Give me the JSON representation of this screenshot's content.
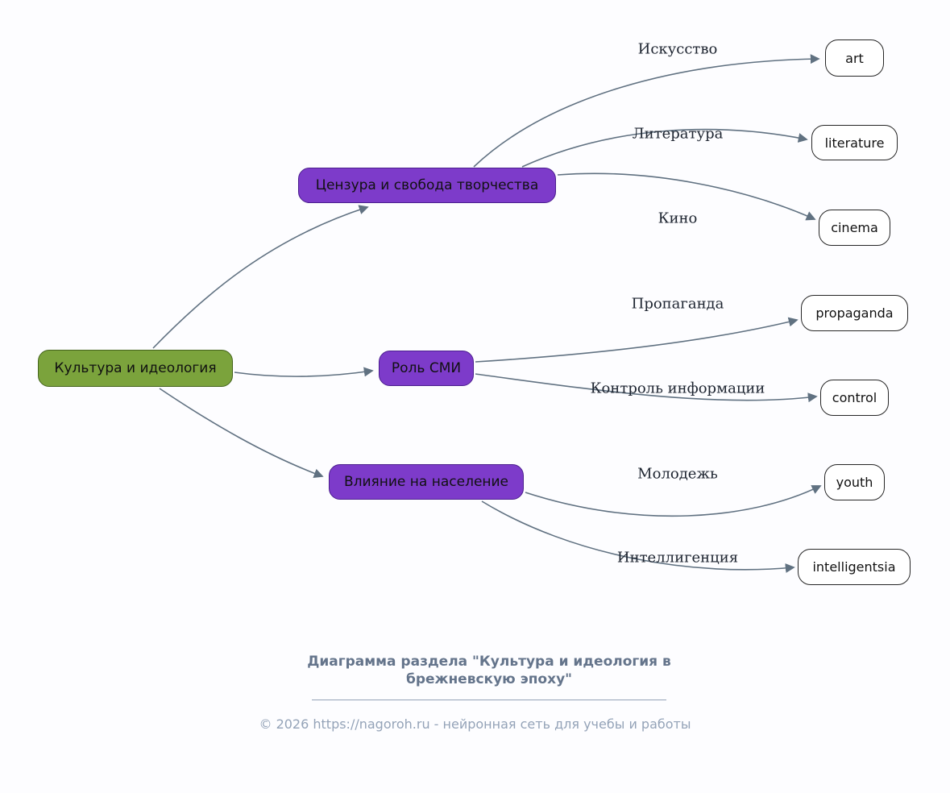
{
  "diagram": {
    "root": {
      "label": "Культура и идеология"
    },
    "branches": [
      {
        "id": "censorship",
        "label": "Цензура и свобода творчества"
      },
      {
        "id": "media",
        "label": "Роль СМИ"
      },
      {
        "id": "influence",
        "label": "Влияние на население"
      }
    ],
    "edges": [
      {
        "from": "censorship",
        "to": "art",
        "label": "Искусство"
      },
      {
        "from": "censorship",
        "to": "literature",
        "label": "Литература"
      },
      {
        "from": "censorship",
        "to": "cinema",
        "label": "Кино"
      },
      {
        "from": "media",
        "to": "propaganda",
        "label": "Пропаганда"
      },
      {
        "from": "media",
        "to": "control",
        "label": "Контроль информации"
      },
      {
        "from": "influence",
        "to": "youth",
        "label": "Молодежь"
      },
      {
        "from": "influence",
        "to": "intelligentsia",
        "label": "Интеллигенция"
      }
    ],
    "leaves": [
      {
        "label": "art"
      },
      {
        "label": "literature"
      },
      {
        "label": "cinema"
      },
      {
        "label": "propaganda"
      },
      {
        "label": "control"
      },
      {
        "label": "youth"
      },
      {
        "label": "intelligentsia"
      }
    ]
  },
  "footer": {
    "title": "Диаграмма раздела \"Культура и идеология в брежневскую эпоху\"",
    "copyright": "© 2026 https://nagoroh.ru - нейронная сеть для учебы и работы"
  },
  "colors": {
    "root_fill": "#7ba33c",
    "branch_fill": "#7d3bca",
    "leaf_fill": "#ffffff",
    "leaf_border": "#262626",
    "edge": "#607181",
    "edge_label_text": "#1d2430",
    "footer_title_text": "#64748b",
    "copyright_text": "#94a3b8"
  }
}
